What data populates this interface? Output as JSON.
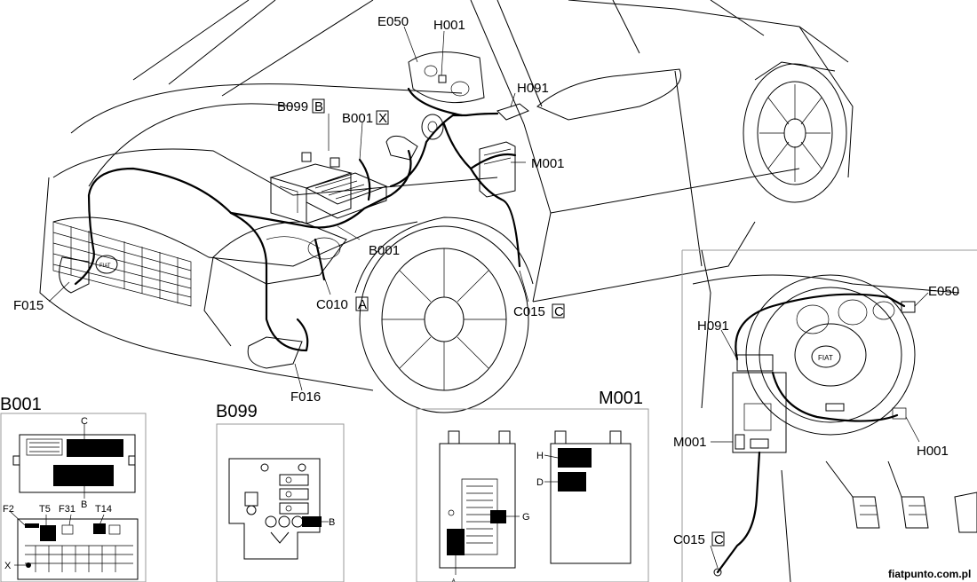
{
  "main_labels": {
    "E050": "E050",
    "H001": "H001",
    "H091": "H091",
    "B099": "B099",
    "B099_box": "B",
    "B001_top": "B001",
    "B001_box": "X",
    "M001": "M001",
    "B001": "B001",
    "F015": "F015",
    "C010": "C010",
    "C010_box": "A",
    "C015": "C015",
    "C015_box": "C",
    "F016": "F016"
  },
  "interior_labels": {
    "E050": "E050",
    "H091": "H091",
    "M001": "M001",
    "H001": "H001",
    "C015": "C015",
    "C015_box": "C"
  },
  "panel_b001": {
    "title": "B001",
    "label_C": "C",
    "label_B": "B",
    "label_F2": "F2",
    "label_T5": "T5",
    "label_F31": "F31",
    "label_T14": "T14",
    "label_X": "X"
  },
  "panel_b099": {
    "title": "B099",
    "label_B": "B"
  },
  "panel_m001": {
    "title": "M001",
    "label_G": "G",
    "label_H": "H",
    "label_D": "D",
    "label_A": "A"
  },
  "watermark": "fiatpunto.com.pl",
  "steering_badge": "FIAT",
  "grille_badge": "FIAT"
}
